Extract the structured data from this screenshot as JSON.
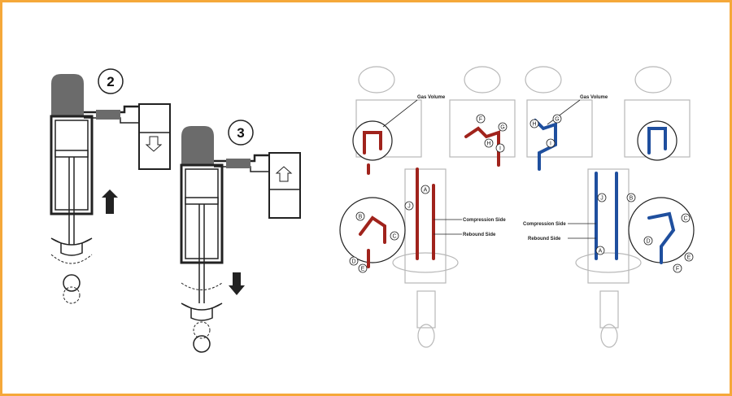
{
  "colors": {
    "border": "#f5a83a",
    "housing": "#6b6b6b",
    "line": "#222222",
    "red": "#a0231c",
    "blue": "#1f4f9e",
    "ghost": "#b8b8b8"
  },
  "left_figure": {
    "step_a": "2",
    "step_b": "3"
  },
  "right_figure": {
    "labels": {
      "gas_volume_1": "Gas Volume",
      "gas_volume_2": "Gas Volume",
      "compression_1": "Compression Side",
      "rebound_1": "Rebound Side",
      "compression_2": "Compression Side",
      "rebound_2": "Rebound Side"
    },
    "letters": {
      "a1": "A",
      "b1": "B",
      "c1": "C",
      "d1": "D",
      "e1": "E",
      "f1": "F",
      "g1": "G",
      "h1": "H",
      "i1": "I",
      "j1": "J",
      "a2": "A",
      "b2": "B",
      "c2": "C",
      "d2": "D",
      "e2": "E",
      "f2": "F",
      "g2": "G",
      "h2": "H",
      "i2": "I",
      "j2": "J"
    }
  }
}
